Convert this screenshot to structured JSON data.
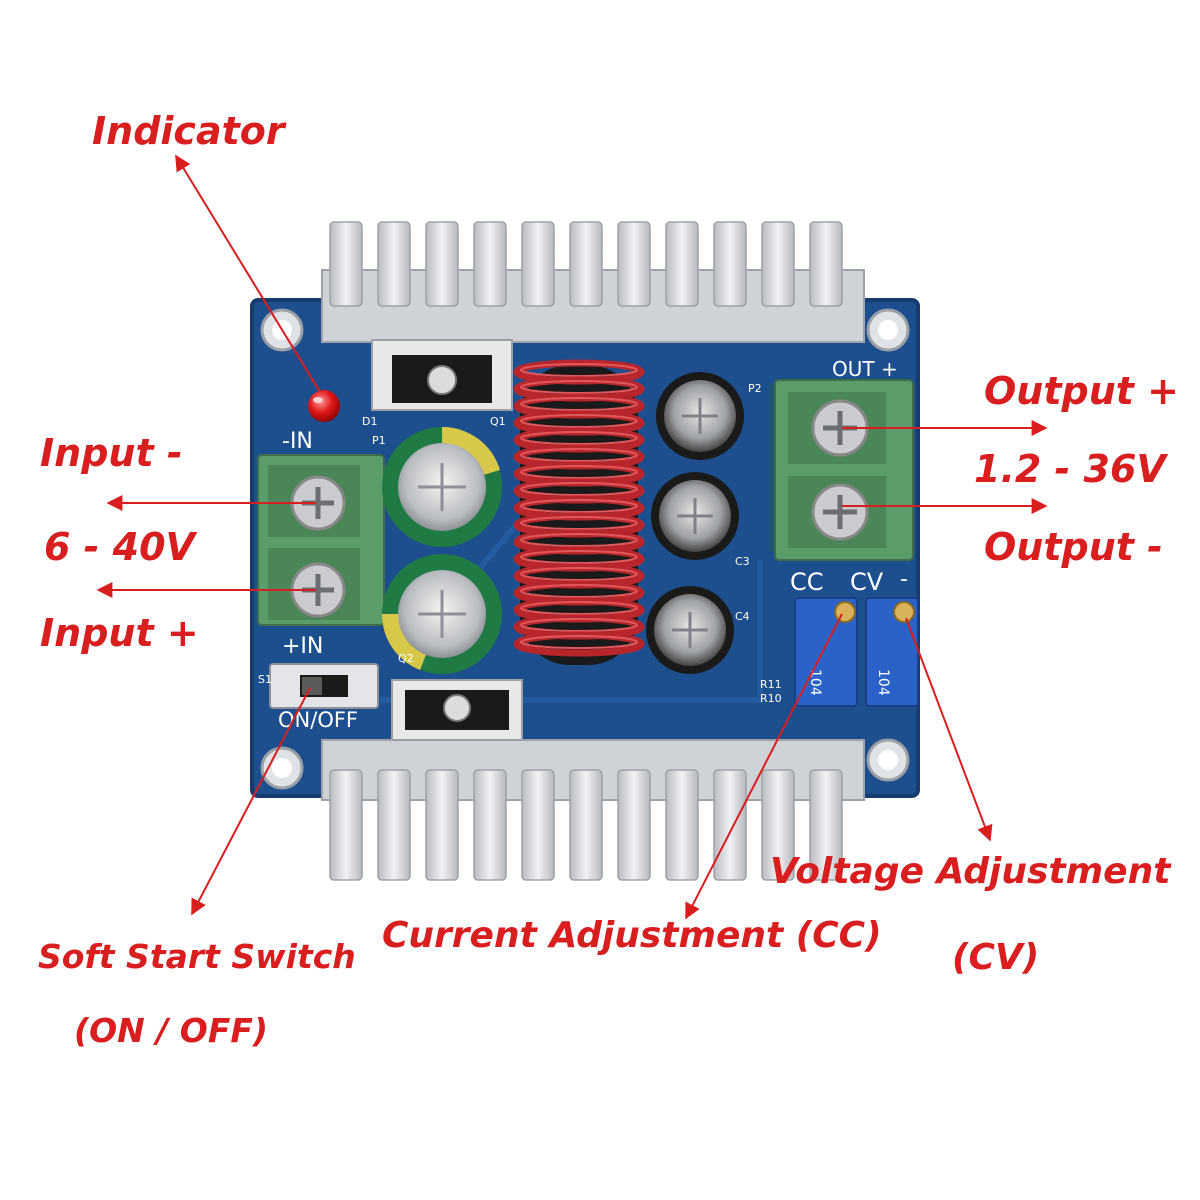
{
  "annotations": {
    "indicator": "Indicator",
    "input_minus": "Input -",
    "input_voltage": "6 - 40V",
    "input_plus": "Input +",
    "output_plus": "Output +",
    "output_voltage": "1.2 - 36V",
    "output_minus": "Output -",
    "soft_start_line1": "Soft Start Switch",
    "soft_start_line2": "(ON / OFF)",
    "current_adjustment": "Current Adjustment (CC)",
    "voltage_adjustment_line1": "Voltage Adjustment",
    "voltage_adjustment_line2": "(CV)"
  },
  "silkscreen": {
    "minus_in": "-IN",
    "plus_in": "+IN",
    "on_off": "ON/OFF",
    "out_plus": "OUT +",
    "cc": "CC",
    "cv": "CV",
    "minus_sign": "-",
    "d1": "D1",
    "p1": "P1",
    "p2": "P2",
    "q1": "Q1",
    "q2": "Q2",
    "s1": "S1",
    "c3": "C3",
    "c4": "C4",
    "r10": "R10",
    "r11": "R11",
    "pot_code": "104"
  },
  "colors": {
    "annotation_red": "#d81e1e",
    "pcb_blue": "#1d4f8f",
    "heatsink_silver": "#d6d8dc",
    "terminal_green": "#5c9c6a",
    "coil_copper": "#b8262c",
    "trimmer_blue": "#2a62c8"
  }
}
